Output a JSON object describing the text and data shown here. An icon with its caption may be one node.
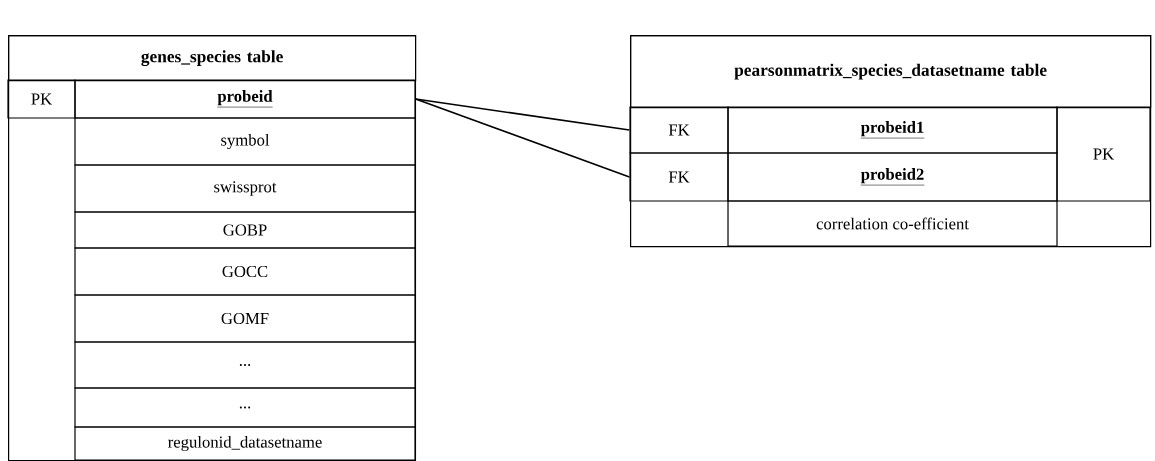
{
  "diagram": {
    "nodes": [
      {
        "text": [
          "genes_species table"
        ]
      },
      {
        "text": [
          "PK"
        ],
        "in": 0
      },
      {
        "text": [
          "probeid"
        ],
        "in": 0
      },
      {
        "text": [
          "symbol"
        ],
        "in": 0
      },
      {
        "text": [
          "swissprot"
        ],
        "in": 0
      },
      {
        "text": [
          "GOBP"
        ],
        "in": 0
      },
      {
        "text": [
          "GOCC"
        ],
        "in": 0
      },
      {
        "text": [
          "GOMF"
        ],
        "in": 0
      },
      {
        "text": [
          "..."
        ],
        "in": 0
      },
      {
        "text": [
          "..."
        ],
        "in": 0
      },
      {
        "text": [
          "regulonid_datasetname"
        ],
        "in": 0
      },
      {
        "text": [
          "pearsonmatrix_species_datasetname table"
        ]
      },
      {
        "text": [
          "FK"
        ],
        "in": 11
      },
      {
        "text": [
          "probeid1"
        ],
        "in": 11
      },
      {
        "text": [
          "PK"
        ],
        "in": 11
      },
      {
        "text": [
          "FK"
        ],
        "in": 11
      },
      {
        "text": [
          "probeid2"
        ],
        "in": 11
      },
      {
        "text": [
          "correlation co-efficient"
        ],
        "in": 11
      }
    ],
    "edges": [
      {
        "from": 2,
        "to": 12,
        "arrow": "none"
      },
      {
        "from": 2,
        "to": 15,
        "arrow": "none"
      }
    ]
  }
}
